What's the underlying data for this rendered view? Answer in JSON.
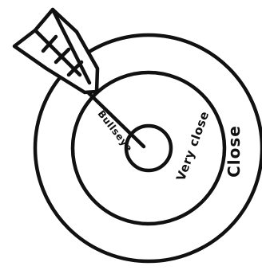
{
  "target": {
    "rings": [
      {
        "id": "outer",
        "label": "Close"
      },
      {
        "id": "middle",
        "label": "Very close"
      },
      {
        "id": "inner",
        "label": "Bullseye"
      }
    ]
  },
  "colors": {
    "ink": "#111111",
    "background": "#ffffff"
  },
  "icons": {
    "arrow": "arrow-icon"
  }
}
